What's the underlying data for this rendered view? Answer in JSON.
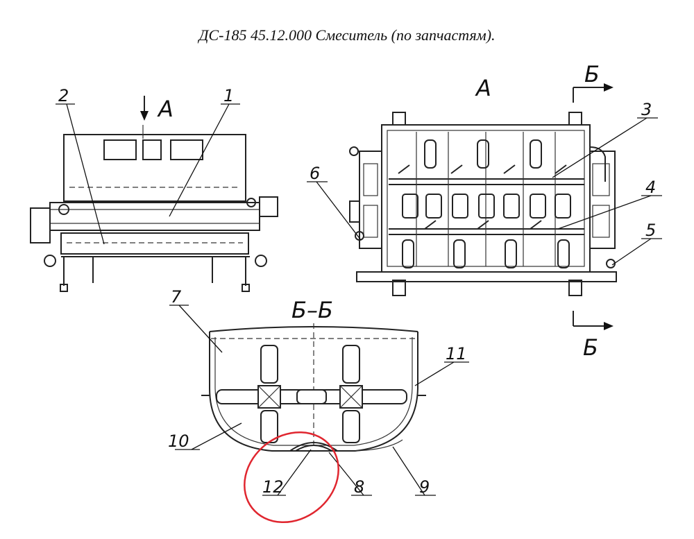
{
  "title": "ДС-185 45.12.000 Смеситель (по запчастям).",
  "view_labels": {
    "view_a_arrow": "А",
    "view_a": "А",
    "section_top": "Б",
    "section_bottom": "Б",
    "section_title": "Б–Б"
  },
  "callouts": [
    {
      "id": "1",
      "label": "1"
    },
    {
      "id": "2",
      "label": "2"
    },
    {
      "id": "3",
      "label": "3"
    },
    {
      "id": "4",
      "label": "4"
    },
    {
      "id": "5",
      "label": "5"
    },
    {
      "id": "6",
      "label": "6"
    },
    {
      "id": "7",
      "label": "7"
    },
    {
      "id": "8",
      "label": "8"
    },
    {
      "id": "9",
      "label": "9"
    },
    {
      "id": "10",
      "label": "10"
    },
    {
      "id": "11",
      "label": "11"
    },
    {
      "id": "12",
      "label": "12"
    }
  ],
  "highlight": {
    "target": "12",
    "color": "#e0262f"
  },
  "line_color": "#222222"
}
